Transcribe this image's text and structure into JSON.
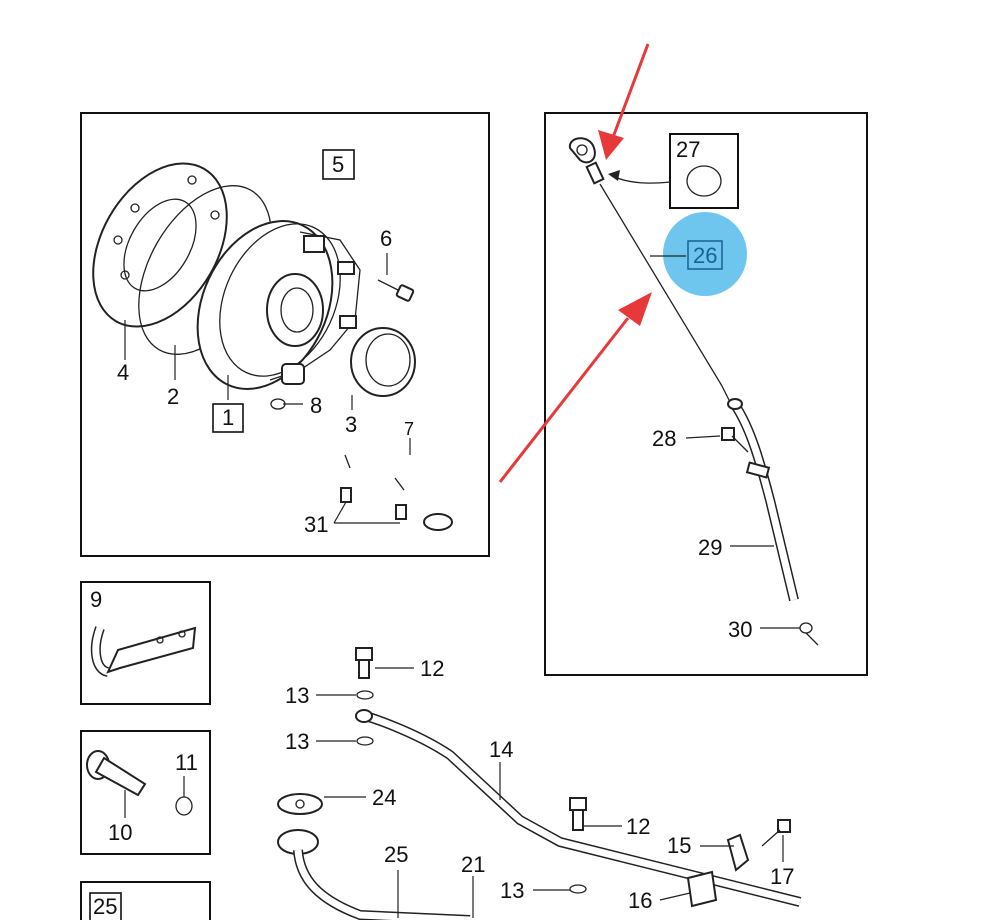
{
  "diagram": {
    "labels": {
      "p1": "1",
      "p2": "2",
      "p3": "3",
      "p4": "4",
      "p5": "5",
      "p6": "6",
      "p7": "7",
      "p8": "8",
      "p9": "9",
      "p10": "10",
      "p11": "11",
      "p12a": "12",
      "p12b": "12",
      "p13a": "13",
      "p13b": "13",
      "p13c": "13",
      "p14": "14",
      "p15": "15",
      "p16": "16",
      "p17": "17",
      "p21": "21",
      "p24": "24",
      "p25a": "25",
      "p25b": "25",
      "p26": "26",
      "p27": "27",
      "p28": "28",
      "p29": "29",
      "p30": "30",
      "p31": "31"
    },
    "colors": {
      "highlight_circle": "#6ec6ef",
      "arrow": "#e8393a",
      "line": "#222222"
    },
    "highlighted_part": "26"
  }
}
